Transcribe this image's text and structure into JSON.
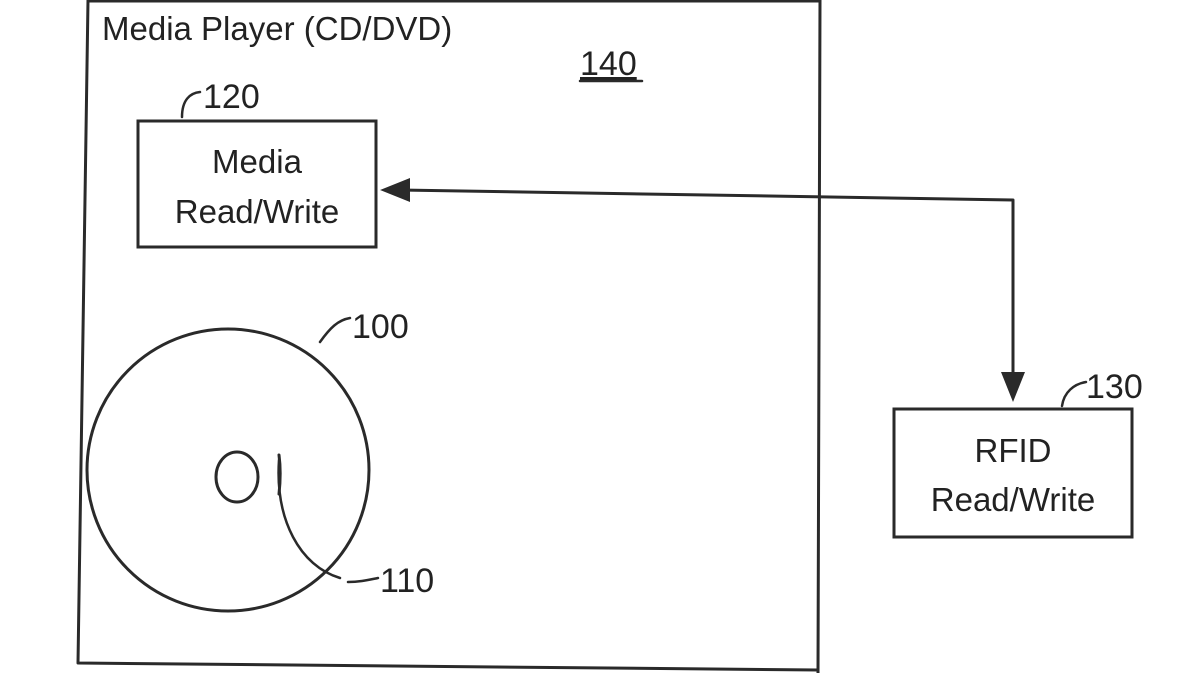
{
  "diagram": {
    "container": {
      "title": "Media Player (CD/DVD)",
      "ref": "140"
    },
    "media_rw": {
      "line1": "Media",
      "line2": "Read/Write",
      "ref": "120"
    },
    "disc": {
      "ref": "100"
    },
    "rfid_tag": {
      "ref": "110"
    },
    "rfid_rw": {
      "line1": "RFID",
      "line2": "Read/Write",
      "ref": "130"
    }
  }
}
